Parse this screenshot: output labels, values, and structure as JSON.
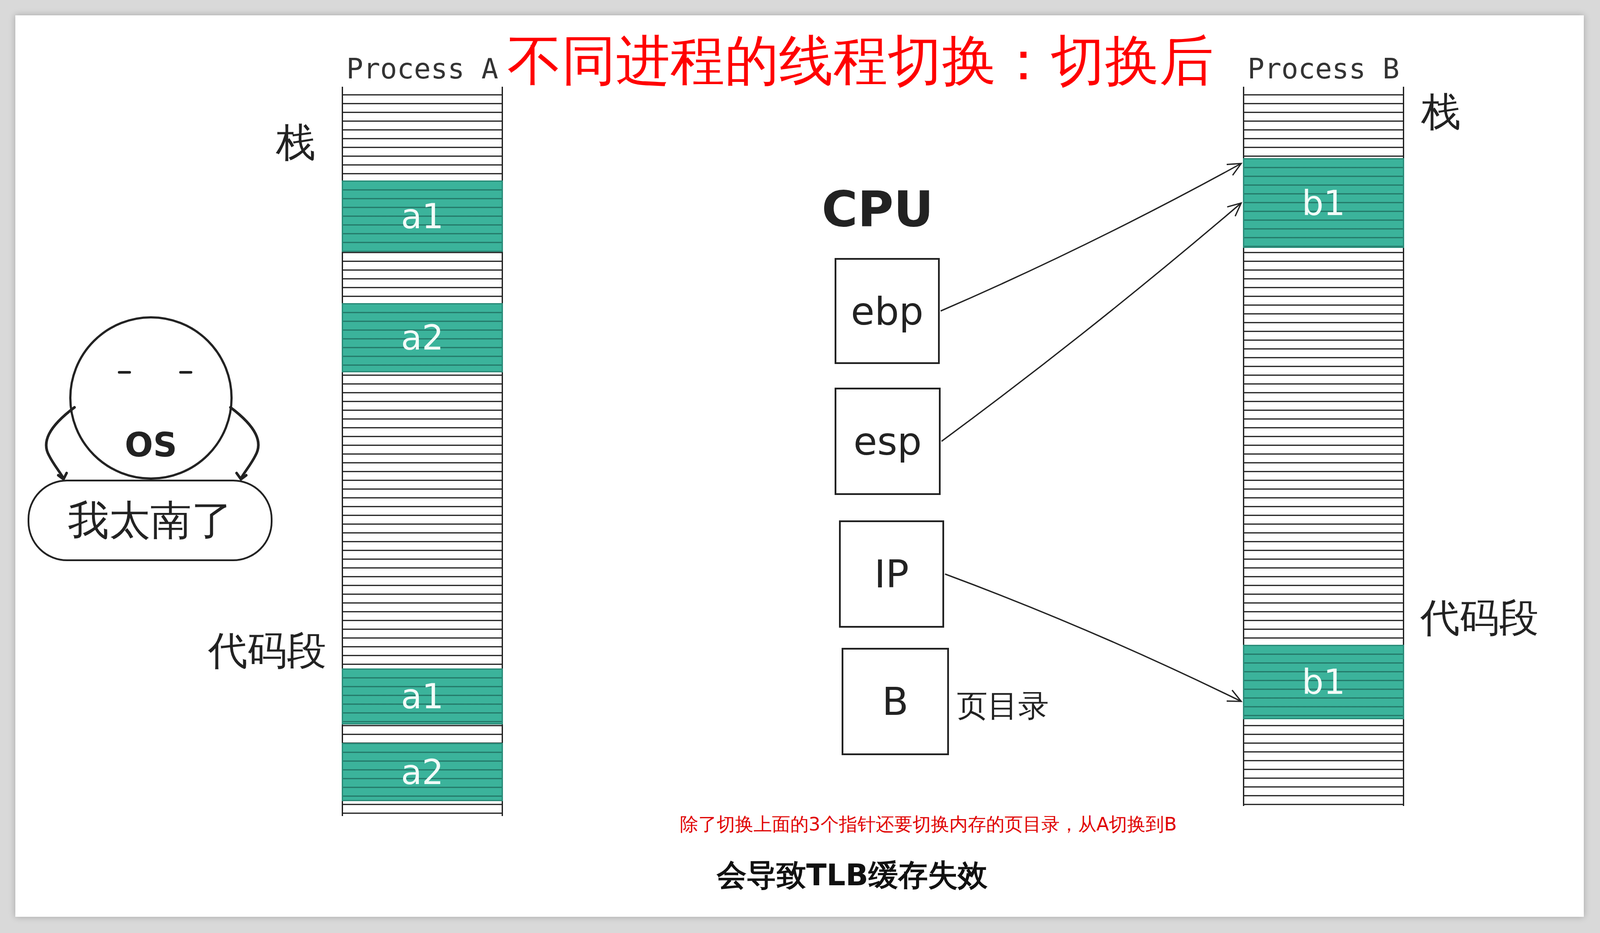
{
  "diagram": {
    "title": "不同进程的线程切换：切换后",
    "caption": "会导致TLB缓存失效",
    "nodes": [
      {
        "text": [
          "Process A"
        ]
      },
      {
        "text": [
          "a1"
        ],
        "in": 0
      },
      {
        "text": [
          "a2"
        ],
        "in": 0
      },
      {
        "text": [
          "a1"
        ],
        "in": 0
      },
      {
        "text": [
          "a2"
        ],
        "in": 0
      },
      {
        "text": [
          "OS"
        ]
      },
      {
        "text": [
          "我太南了"
        ]
      },
      {
        "text": [
          "ebp"
        ]
      },
      {
        "text": [
          "esp"
        ]
      },
      {
        "text": [
          "IP"
        ]
      },
      {
        "text": [
          "B"
        ]
      },
      {
        "text": [
          "Process B"
        ]
      },
      {
        "text": [
          "b1"
        ],
        "in": 11
      },
      {
        "text": [
          "b1"
        ],
        "in": 11
      }
    ],
    "edges": [
      {
        "from": 7,
        "to": 12,
        "arrow": "to"
      },
      {
        "from": 8,
        "to": 12,
        "arrow": "to"
      },
      {
        "from": 9,
        "to": 13,
        "arrow": "to"
      }
    ],
    "labels": [
      "栈",
      "代码段",
      "CPU",
      "页目录",
      "栈",
      "代码段",
      "除了切换上面的3个指针还要切换内存的页目录，从A切换到B"
    ]
  }
}
